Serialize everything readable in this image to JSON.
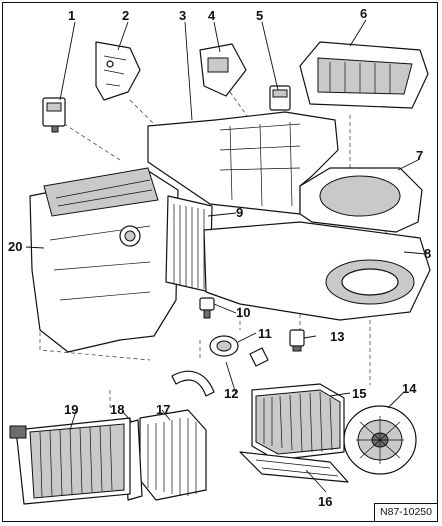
{
  "diagram": {
    "code": "N87-10250",
    "labels": [
      "1",
      "2",
      "3",
      "4",
      "5",
      "6",
      "7",
      "8",
      "9",
      "10",
      "11",
      "12",
      "13",
      "14",
      "15",
      "16",
      "17",
      "18",
      "19",
      "20"
    ]
  }
}
